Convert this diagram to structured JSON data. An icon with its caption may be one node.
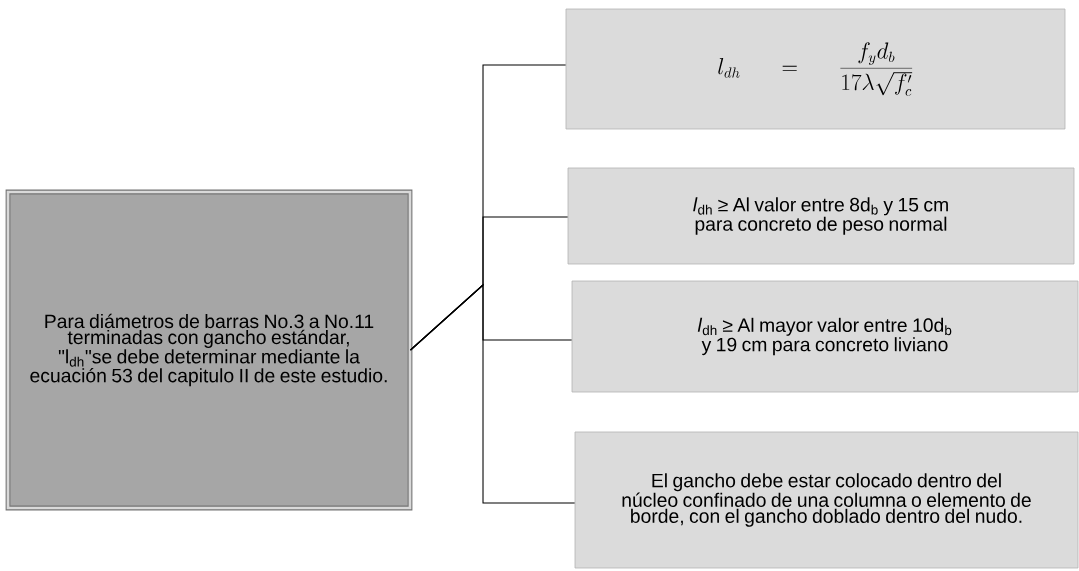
{
  "diagram": {
    "nodes": [
      {
        "text": [
          "Para diámetros de barras No.3 a No.11 terminadas con gancho estándar, \"l$_{dh}$\"se debe determinar mediante la ecuación 53 del capitulo II de este estudio."
        ]
      },
      {
        "text": [
          "l_{dh}=\\frac{f_y d_b}{17\\lambda\\sqrt{f'_{c}}}"
        ]
      },
      {
        "text": [
          "*l*$_{dh}$ ≥ Al valor entre 8d$_{b}$ y 15 cm para concreto de peso normal"
        ]
      },
      {
        "text": [
          "*l*$_{dh}$ ≥ Al mayor valor entre 10d$_{b}$ y 19 cm para concreto liviano"
        ]
      },
      {
        "text": [
          "El gancho debe estar colocado dentro del núcleo confinado de una columna o elemento de borde, con el gancho doblado dentro del nudo."
        ]
      }
    ],
    "edges": [
      {
        "from": 0,
        "to": 1,
        "arrow": "none"
      },
      {
        "from": 0,
        "to": 2,
        "arrow": "none"
      },
      {
        "from": 0,
        "to": 3,
        "arrow": "none"
      },
      {
        "from": 0,
        "to": 4,
        "arrow": "none"
      }
    ]
  }
}
